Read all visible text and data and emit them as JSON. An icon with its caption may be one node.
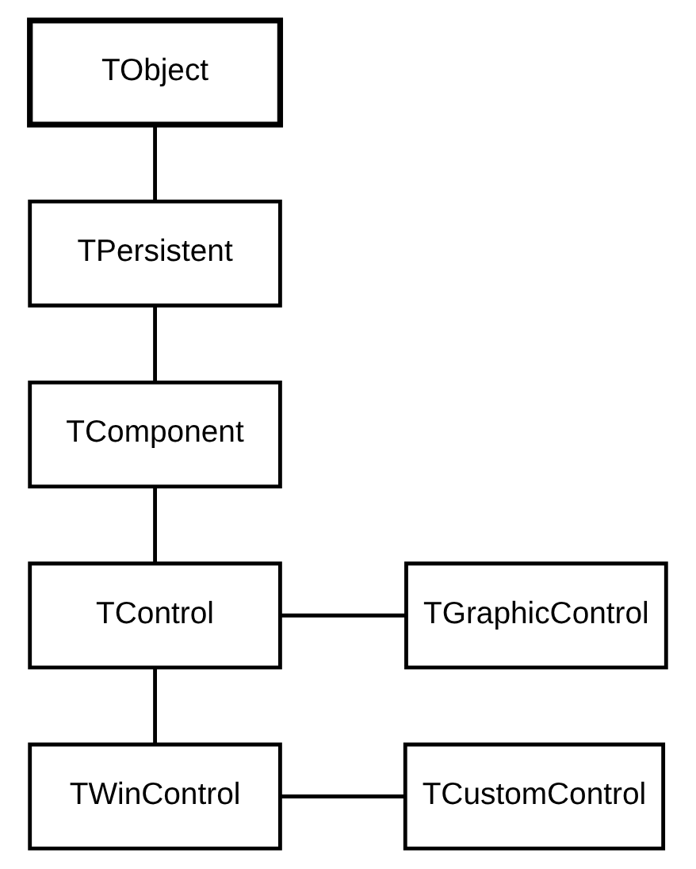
{
  "diagram": {
    "nodes": [
      {
        "text": [
          "TObject"
        ]
      },
      {
        "text": [
          "TPersistent"
        ]
      },
      {
        "text": [
          "TComponent"
        ]
      },
      {
        "text": [
          "TControl"
        ]
      },
      {
        "text": [
          "TGraphicControl"
        ]
      },
      {
        "text": [
          "TWinControl"
        ]
      },
      {
        "text": [
          "TCustomControl"
        ]
      }
    ],
    "edges": [
      {
        "from": 0,
        "to": 1,
        "arrow": "none"
      },
      {
        "from": 1,
        "to": 2,
        "arrow": "none"
      },
      {
        "from": 2,
        "to": 3,
        "arrow": "none"
      },
      {
        "from": 3,
        "to": 4,
        "arrow": "none"
      },
      {
        "from": 3,
        "to": 5,
        "arrow": "none"
      },
      {
        "from": 5,
        "to": 6,
        "arrow": "none"
      }
    ]
  }
}
